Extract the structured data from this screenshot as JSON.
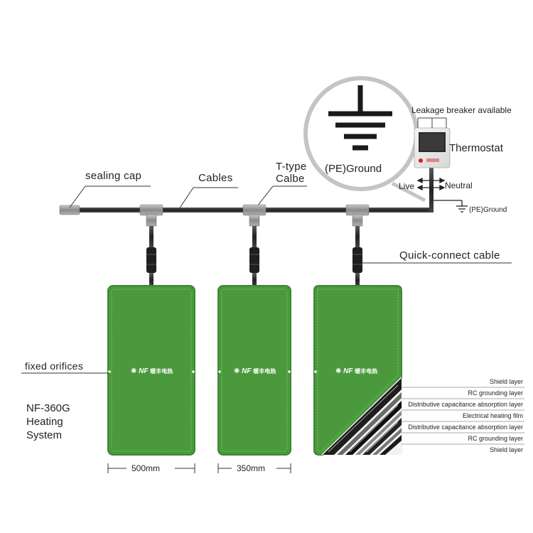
{
  "labels": {
    "sealing_cap": "sealing cap",
    "cables": "Cables",
    "t_type_line1": "T-type",
    "t_type_line2": "Calbe",
    "pe_ground_big": "(PE)Ground",
    "leakage_breaker": "Leakage breaker available",
    "thermostat": "Thermostat",
    "live": "Live",
    "neutral": "Neutral",
    "pe_ground_small": "(PE)Ground",
    "quick_connect": "Quick-connect cable",
    "fixed_orifices": "fixed orifices",
    "system_line1": "NF-360G",
    "system_line2": "Heating",
    "system_line3": "System",
    "dim_500": "500mm",
    "dim_350": "350mm"
  },
  "brand": {
    "logo_text": "NF",
    "logo_cn": "暖丰电热"
  },
  "layers": [
    "Shield layer",
    "RC grounding layer",
    "Distributive capacitance absorption layer",
    "Electrical heating film",
    "Distributive capacitance absorption layer",
    "RC grounding layer",
    "Shield layer"
  ],
  "colors": {
    "panel_green": "#4a9a3d",
    "panel_border": "#3d8733",
    "cable": "#2e2e2e",
    "connector": "#8e8e8e",
    "thermostat_red": "#d62020"
  }
}
